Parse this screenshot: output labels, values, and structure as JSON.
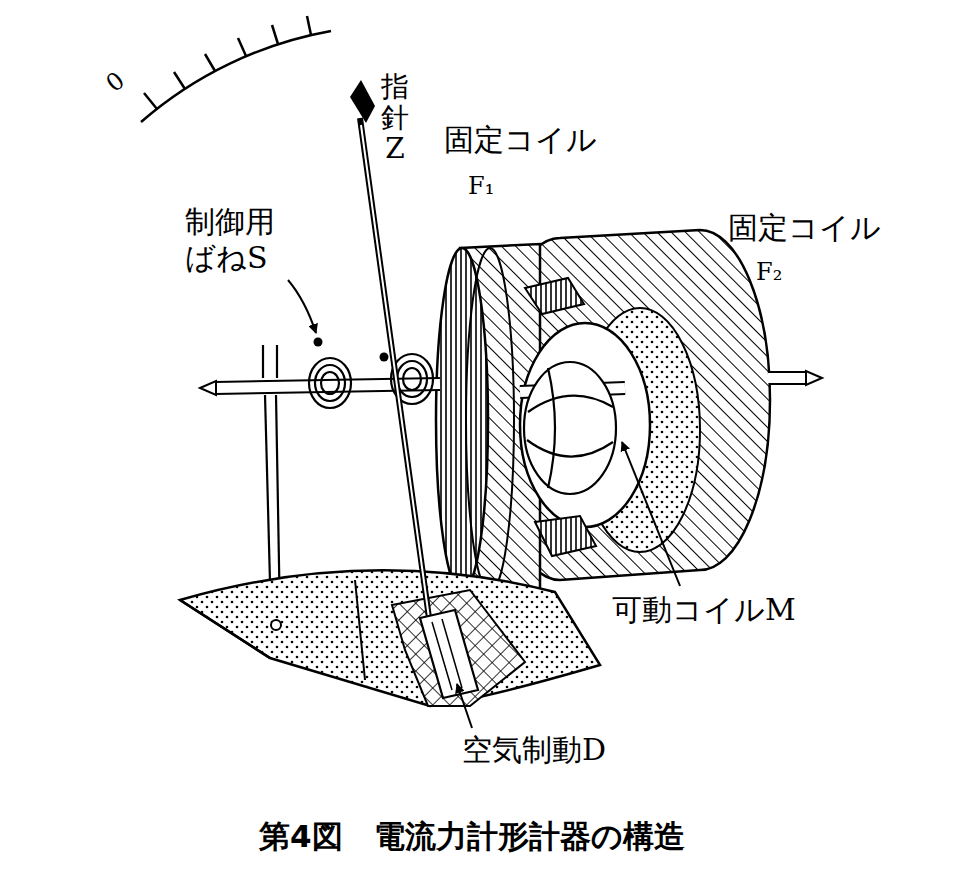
{
  "diagram": {
    "caption": "第4図　電流力計形計器の構造",
    "labels": [
      "0",
      "指針Z",
      "固定コイル",
      "F₁",
      "固定コイル",
      "F₂",
      "制御用 ばねS",
      "可動コイルM",
      "空気制動D"
    ]
  }
}
